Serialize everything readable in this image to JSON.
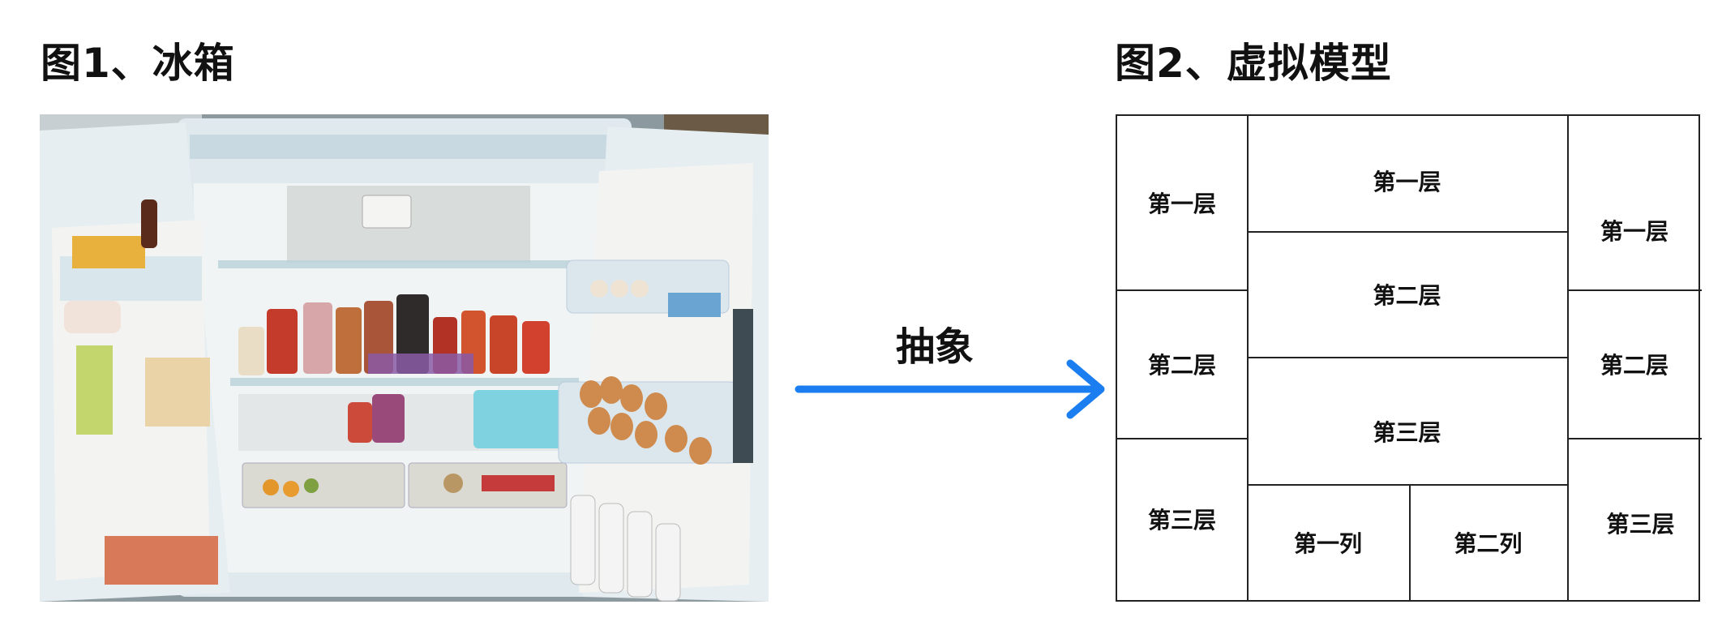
{
  "figure1": {
    "title": "图1、冰箱"
  },
  "figure2": {
    "title": "图2、虚拟模型"
  },
  "arrow": {
    "label": "抽象",
    "color": "#1a7ef0"
  },
  "model": {
    "left_door": [
      "第一层",
      "第二层",
      "第三层"
    ],
    "center": {
      "shelves": [
        "第一层",
        "第二层",
        "第三层"
      ],
      "drawers": [
        "第一列",
        "第二列"
      ]
    },
    "right_door": [
      "第一层",
      "第二层",
      "第三层"
    ]
  }
}
